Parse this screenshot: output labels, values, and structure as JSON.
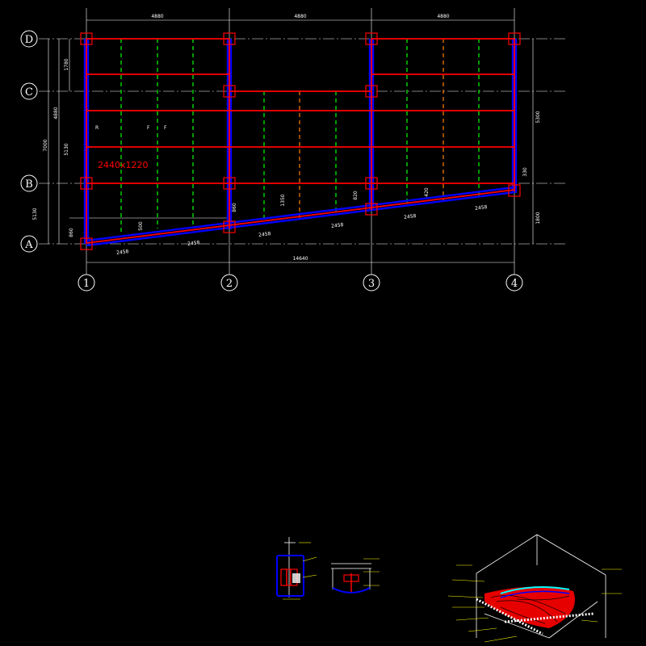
{
  "plan": {
    "panel_label": "2440x1220",
    "row_axes": [
      "D",
      "C",
      "B",
      "A"
    ],
    "column_axes": [
      "1",
      "2",
      "3",
      "4"
    ],
    "top_dims": [
      "4880",
      "4880",
      "4880"
    ],
    "total_dim": "14640",
    "left_dims_outer": [
      "7000",
      "5130"
    ],
    "left_dims_mid": [
      "4880",
      "5130",
      "860"
    ],
    "left_dims_inner": [
      "1780"
    ],
    "right_dims": [
      "5300",
      "330",
      "1800"
    ],
    "slope_dims": [
      "2458",
      "2458",
      "2458",
      "2458",
      "2458",
      "2458"
    ],
    "vertical_dims": [
      "500",
      "860",
      "1350",
      "820",
      "420"
    ],
    "marks": [
      "R",
      "F",
      "F"
    ]
  },
  "colors": {
    "beam_red": "#ff0000",
    "beam_blue": "#0000ff",
    "joist_green": "#00ff00",
    "joist_orange": "#ff8000",
    "dim_white": "#ffffff",
    "annot_yellow": "#ffff00"
  }
}
